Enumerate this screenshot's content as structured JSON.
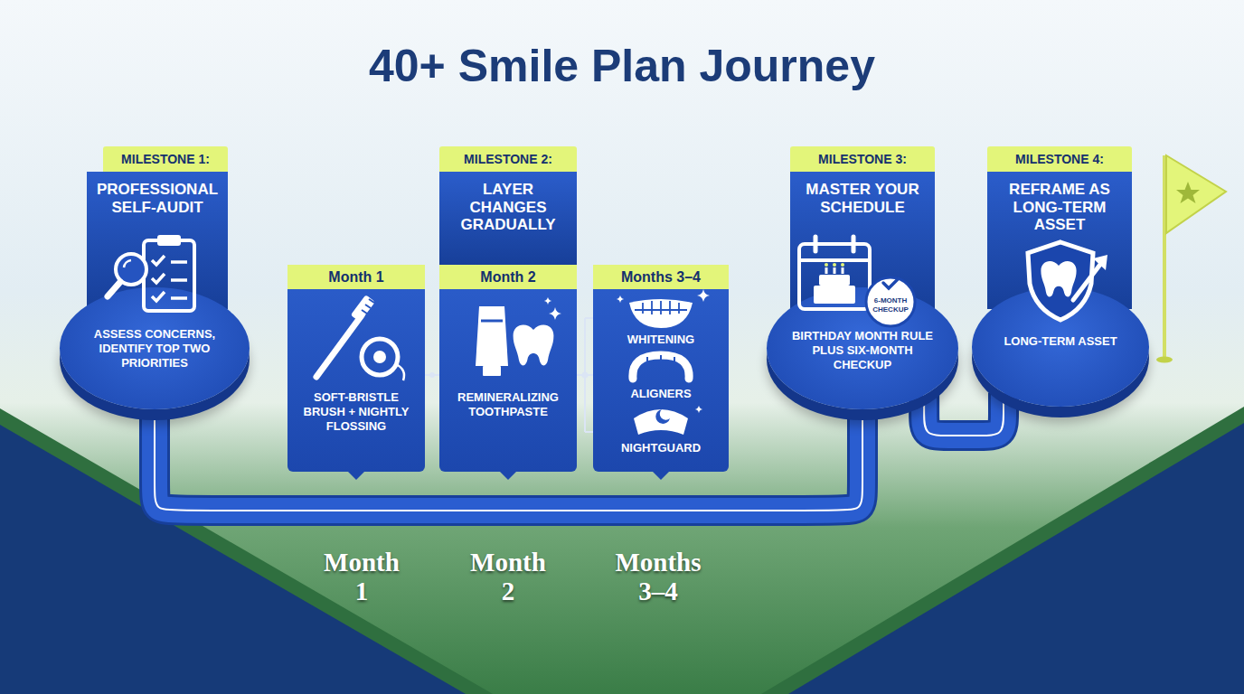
{
  "diagram": {
    "title": "40+ Smile Plan Journey",
    "nodes": [
      {
        "text": [
          "MILESTONE 1:",
          "PROFESSIONAL SELF-AUDIT"
        ]
      },
      {
        "text": [
          "ASSESS CONCERNS, IDENTIFY TOP TWO PRIORITIES"
        ]
      },
      {
        "text": [
          "MILESTONE 2:",
          "LAYER CHANGES GRADUALLY"
        ]
      },
      {
        "text": [
          "Month 1",
          "SOFT-BRISTLE BRUSH + NIGHTLY FLOSSING"
        ]
      },
      {
        "text": [
          "Month 2",
          "REMINERALIZING TOOTHPASTE"
        ]
      },
      {
        "text": [
          "Months 3–4",
          "WHITENING",
          "ALIGNERS",
          "NIGHTGUARD"
        ]
      },
      {
        "text": [
          "MILESTONE 3:",
          "MASTER YOUR SCHEDULE"
        ]
      },
      {
        "text": [
          "BIRTHDAY MONTH RULE PLUS SIX-MONTH CHECKUP"
        ]
      },
      {
        "text": [
          "MILESTONE 4:",
          "REFRAME AS LONG-TERM ASSET"
        ]
      },
      {
        "text": [
          "LONG-TERM ASSET"
        ]
      }
    ],
    "edges": [
      {
        "from": 3,
        "to": 4,
        "arrow": "none"
      },
      {
        "from": 4,
        "to": 5,
        "arrow": "none"
      },
      {
        "from": 1,
        "to": 7,
        "arrow": "none"
      },
      {
        "from": 7,
        "to": 9,
        "arrow": "none"
      }
    ],
    "labels": [
      "6-MONTH CHECKUP",
      "Month 1",
      "Month 2",
      "Months 3–4"
    ]
  }
}
